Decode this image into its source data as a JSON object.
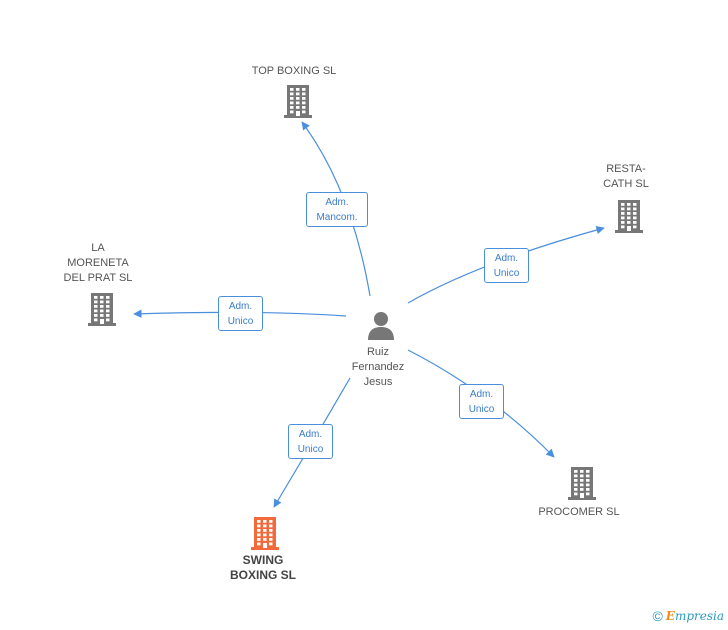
{
  "colors": {
    "edge": "#4a8fdc",
    "company": "#777777",
    "company_highlight": "#f26a3c",
    "person": "#777777"
  },
  "center": {
    "name": "Ruiz\nFernandez\nJesus",
    "icon": "person-icon"
  },
  "companies": [
    {
      "id": "top-boxing",
      "name": "TOP BOXING SL",
      "icon": "building-icon",
      "highlight": false
    },
    {
      "id": "resta-cath",
      "name": "RESTA-\nCATH SL",
      "icon": "building-icon",
      "highlight": false
    },
    {
      "id": "la-moreneta",
      "name": "LA\nMORENETA\nDEL PRAT SL",
      "icon": "building-icon",
      "highlight": false
    },
    {
      "id": "procomer",
      "name": "PROCOMER SL",
      "icon": "building-icon",
      "highlight": false
    },
    {
      "id": "swing-boxing",
      "name": "SWING\nBOXING SL",
      "icon": "building-icon",
      "highlight": true
    }
  ],
  "edges": [
    {
      "to": "top-boxing",
      "role": "Adm.\nMancom."
    },
    {
      "to": "resta-cath",
      "role": "Adm.\nUnico"
    },
    {
      "to": "la-moreneta",
      "role": "Adm.\nUnico"
    },
    {
      "to": "procomer",
      "role": "Adm.\nUnico"
    },
    {
      "to": "swing-boxing",
      "role": "Adm.\nUnico"
    }
  ],
  "footer": {
    "copyright": "©",
    "brand_initial": "E",
    "brand_rest": "mpresia"
  }
}
